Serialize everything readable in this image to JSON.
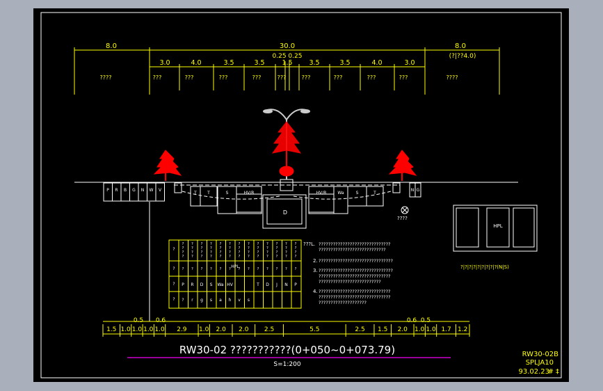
{
  "top_dimensions": {
    "overall": [
      {
        "label": "8.0"
      },
      {
        "label": "30.0"
      },
      {
        "label": "8.0"
      }
    ],
    "median_gap": "0.25 0.25",
    "right_note": "(?|??4.0)",
    "lanes": [
      "3.0",
      "4.0",
      "3.5",
      "3.5",
      "1.5",
      "3.5",
      "3.5",
      "4.0",
      "3.0"
    ],
    "lane_names": [
      "????",
      "???",
      "???",
      "???",
      "???",
      "???",
      "???",
      "???",
      "???",
      "???",
      "????"
    ]
  },
  "pipes_left": [
    "P",
    "R",
    "B",
    "G",
    "N",
    "W",
    "V"
  ],
  "pipes_mid_left": [
    "T",
    "T",
    "S",
    "HV/R"
  ],
  "pipes_mid_right": [
    "HV/R",
    "Wa",
    "S",
    "T"
  ],
  "pipes_right": [
    "N",
    "G"
  ],
  "center_box_label": "D",
  "manhole_label": "????",
  "legend_box_label": "HPL",
  "legend_box_note": "?|?|?|?|?|?|?|?|?(N|S)",
  "table": {
    "row3_label": "HPL",
    "row4": [
      "P",
      "R",
      "D",
      "S",
      "Wa",
      "HV",
      "",
      "",
      "T",
      "D",
      "J",
      "N",
      "P"
    ],
    "row5": [
      "?",
      "r",
      "g",
      "s",
      "a",
      "h",
      "v",
      "s"
    ]
  },
  "notes": [
    {
      "num": "???L.",
      "lines": [
        "??????????????????????????????",
        "????????????????????????????"
      ]
    },
    {
      "num": "2.",
      "lines": [
        "???????????????????????????????"
      ]
    },
    {
      "num": "3.",
      "lines": [
        "???????????????????????????????",
        "??????????????????????????????",
        "??????????????????????????"
      ]
    },
    {
      "num": "4.",
      "lines": [
        "??????????????????????????????",
        "??????????????????????????????",
        "????????????????????"
      ]
    }
  ],
  "bottom_dimensions": {
    "upper": [
      "0.5",
      "0.6",
      "0.6",
      "0.5"
    ],
    "segments": [
      "1.5",
      "1.0",
      "1.0",
      "1.0",
      "1.0",
      "2.9",
      "1.0",
      "2.0",
      "2.0",
      "2.5",
      "5.5",
      "2.5",
      "1.5",
      "2.0",
      "1.0",
      "1.0",
      "1.7",
      "1.2"
    ]
  },
  "title": "RW30-02  ???????????(0+050~0+073.79)",
  "scale": "S=1:200",
  "stamp": {
    "code": "RW30-02B",
    "ref": "SPLJA10",
    "date": "93.02.23",
    "mark": "# ‡"
  }
}
